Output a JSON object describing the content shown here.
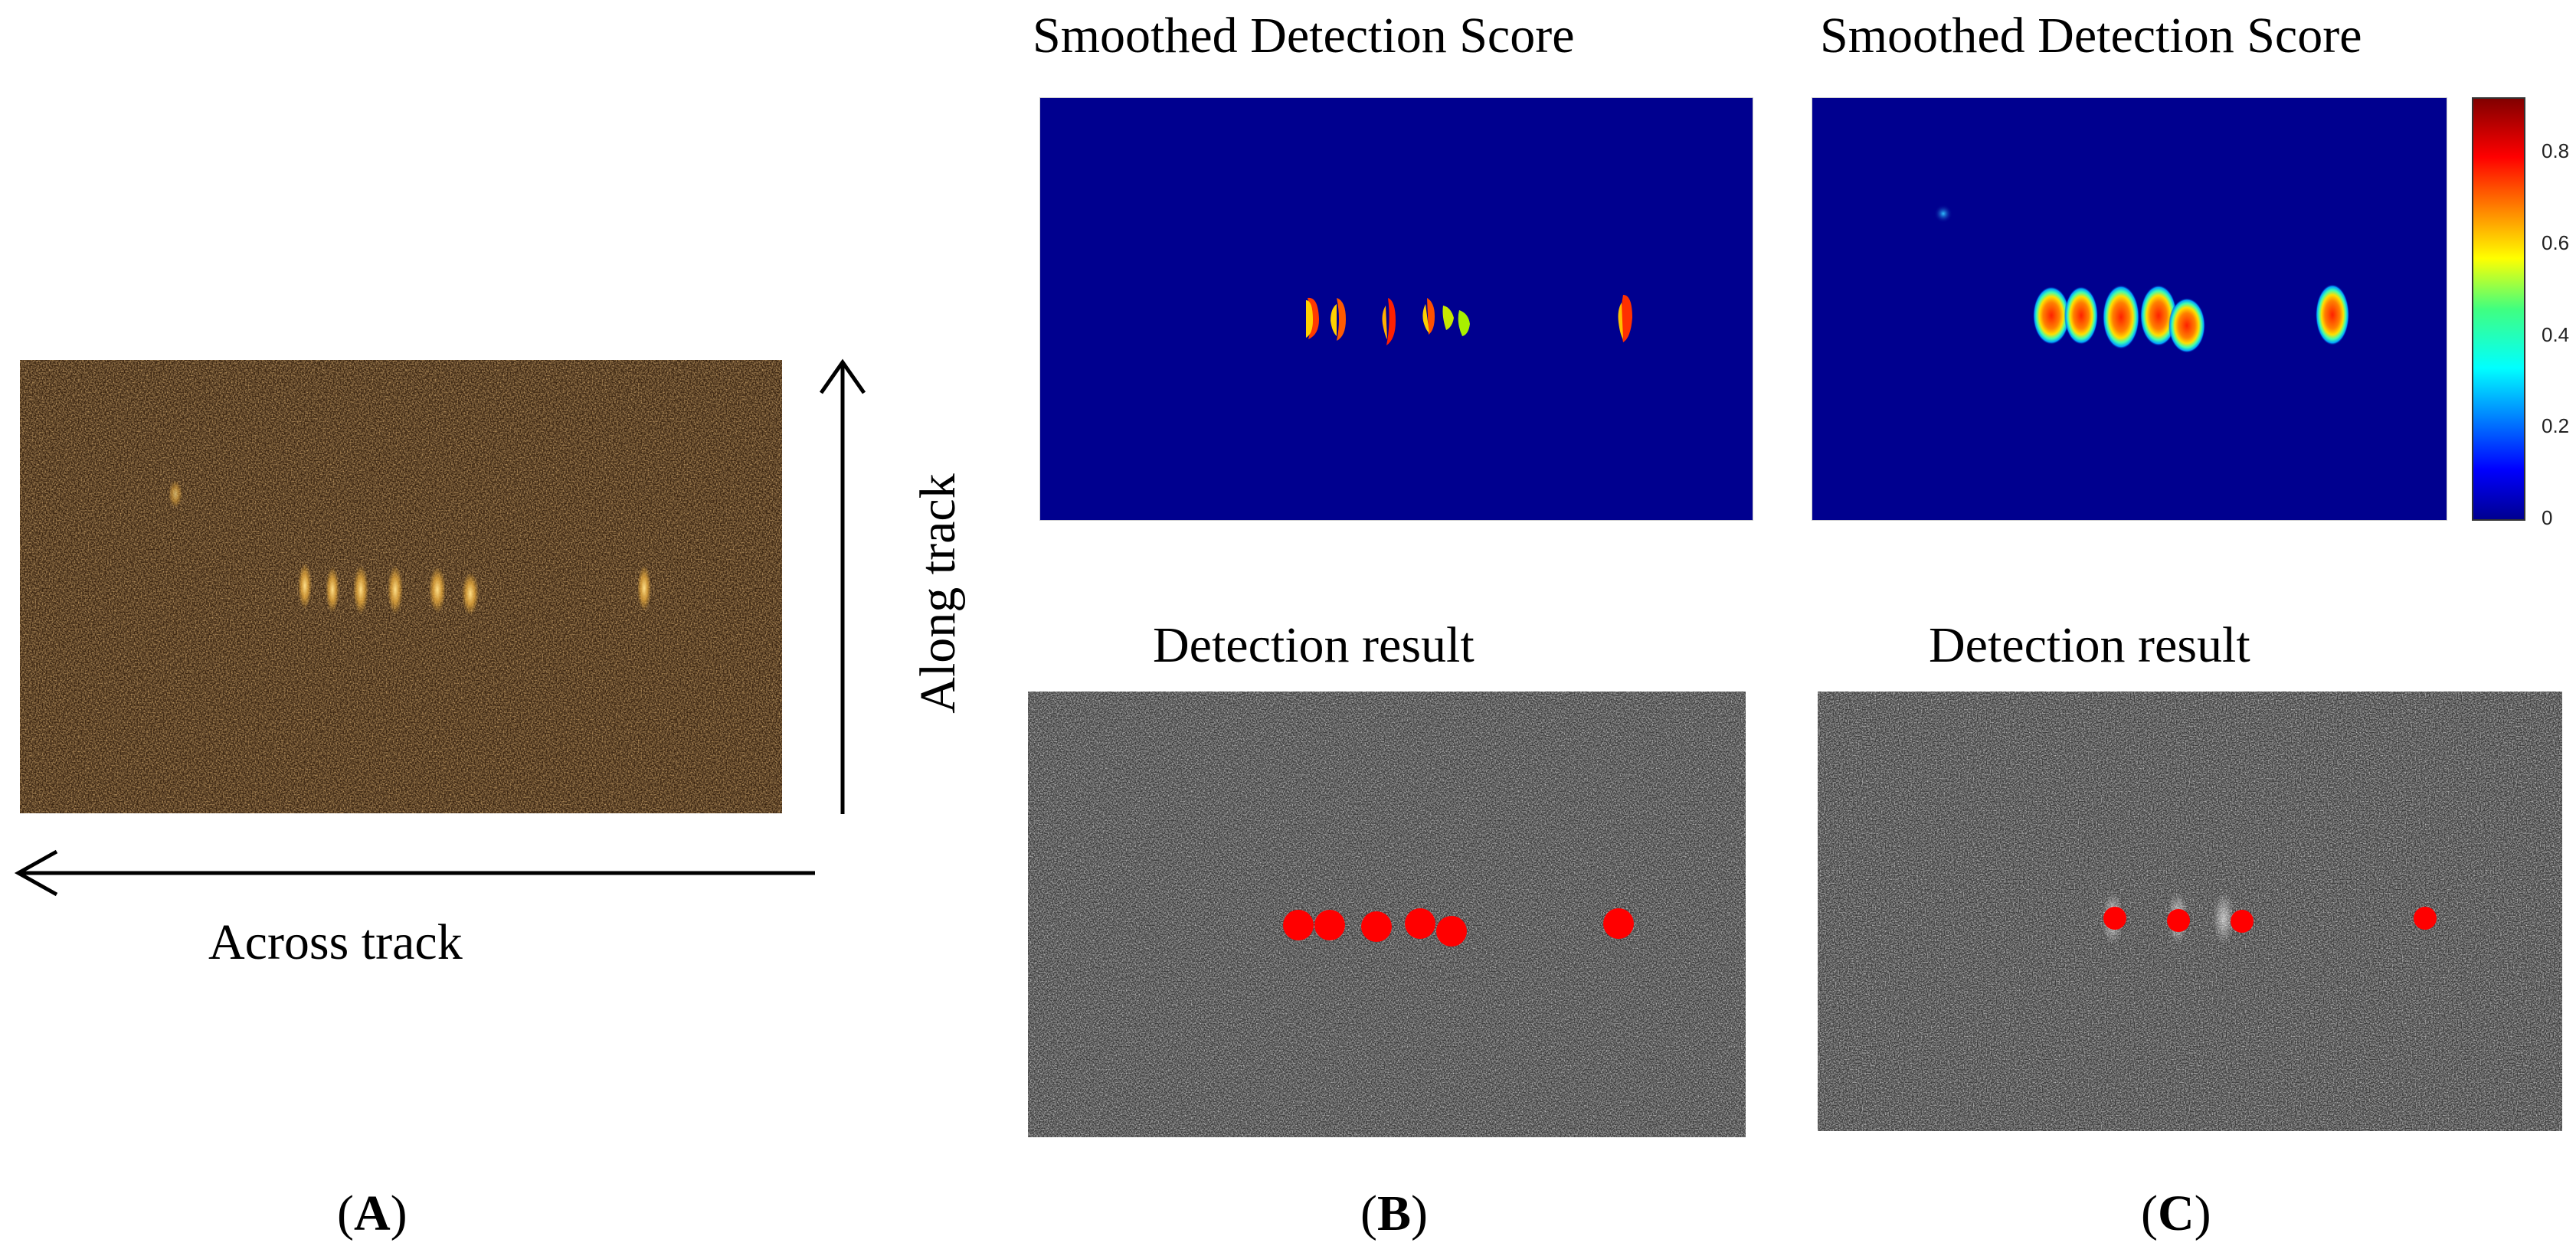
{
  "panel_a": {
    "label_open": "(",
    "label_letter": "A",
    "label_close": ")",
    "along_track": "Along track",
    "across_track": "Across track"
  },
  "panel_b": {
    "score_title": "Smoothed Detection Score",
    "result_title": "Detection result",
    "label_open": "(",
    "label_letter": "B",
    "label_close": ")"
  },
  "panel_c": {
    "score_title": "Smoothed Detection Score",
    "result_title": "Detection result",
    "label_open": "(",
    "label_letter": "C",
    "label_close": ")"
  },
  "colorbar": {
    "ticks": [
      "0.8",
      "0.6",
      "0.4",
      "0.2",
      "0"
    ]
  },
  "colors": {
    "heat_background": "#00008f",
    "marker": "#ff0000",
    "sonar_color_bg": "#3a2512",
    "sonar_gray_bg": "#3c3c3c"
  }
}
